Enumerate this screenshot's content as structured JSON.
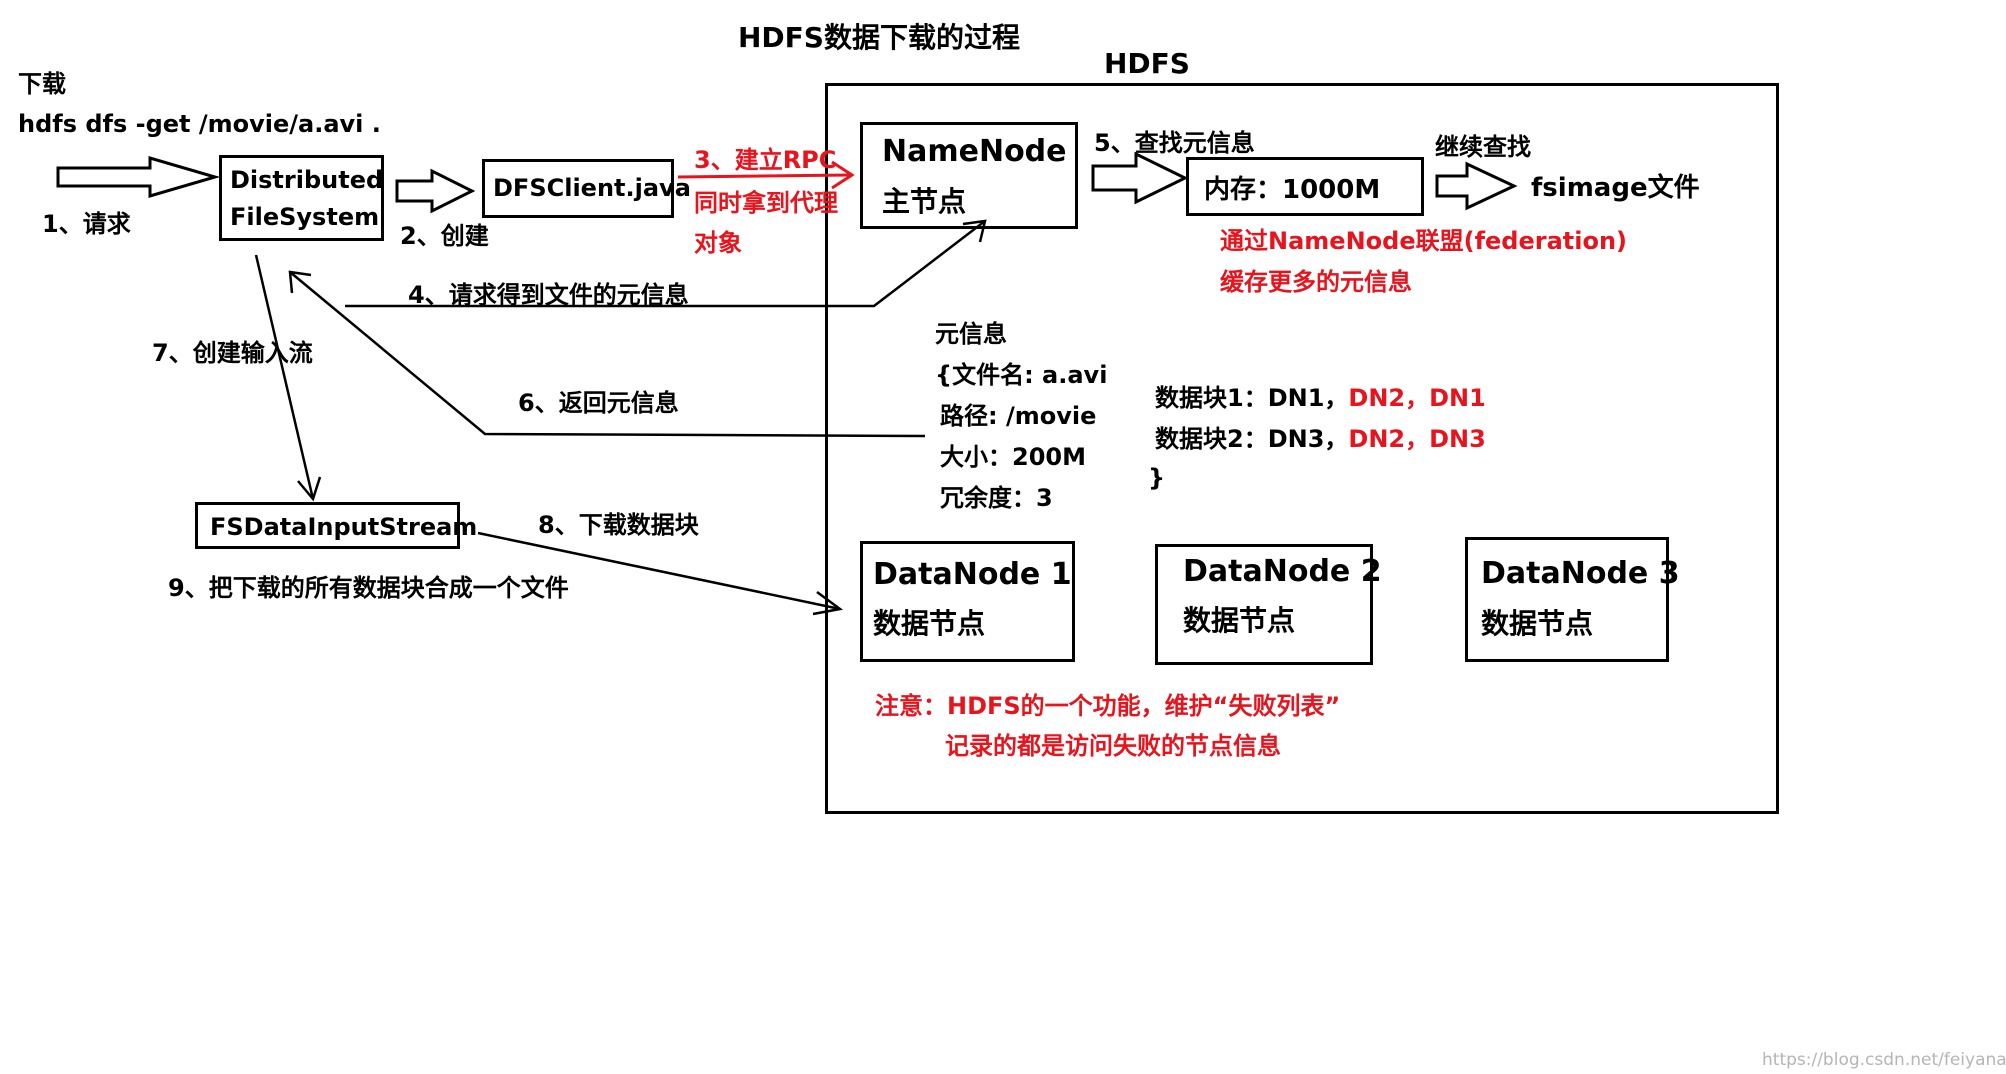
{
  "title": "HDFS数据下载的过程",
  "hdfs_label": "HDFS",
  "download": {
    "label": "下载",
    "command": "hdfs dfs -get /movie/a.avi ."
  },
  "nodes": {
    "dfs": {
      "line1": "Distributed",
      "line2": "FileSystem"
    },
    "client": {
      "label": "DFSClient.java"
    },
    "namenode": {
      "line1": "NameNode",
      "line2": "主节点"
    },
    "memory": {
      "label": "内存：1000M"
    },
    "fsimage": {
      "label": "fsimage文件"
    },
    "stream": {
      "label": "FSDataInputStream"
    },
    "datanodes": [
      {
        "name": "DataNode  1",
        "role": "数据节点"
      },
      {
        "name": "DataNode 2",
        "role": "数据节点"
      },
      {
        "name": "DataNode 3",
        "role": "数据节点"
      }
    ]
  },
  "steps": {
    "s1": "1、请求",
    "s2": "2、创建",
    "s3": [
      "3、建立RPC",
      "同时拿到代理",
      "对象"
    ],
    "s4": "4、请求得到文件的元信息",
    "s5": "5、查找元信息",
    "s6": "6、返回元信息",
    "s7": "7、创建输入流",
    "s8": "8、下载数据块",
    "s9": "9、把下载的所有数据块合成一个文件",
    "continue_search": "继续查找"
  },
  "federation_note": [
    "通过NameNode联盟(federation)",
    "缓存更多的元信息"
  ],
  "metadata": {
    "header": "元信息",
    "lines": [
      "{文件名: a.avi",
      "路径: /movie",
      "大小：200M",
      "冗余度：3"
    ],
    "block1": {
      "label": "数据块1：DN1，",
      "red": "DN2，DN1"
    },
    "block2": {
      "label": "数据块2：DN3，",
      "red": "DN2，DN3"
    },
    "close": "}"
  },
  "notice": [
    "注意：HDFS的一个功能，维护“失败列表”",
    "记录的都是访问失败的节点信息"
  ],
  "watermark": "https://blog.csdn.net/feiyanaffection",
  "colors": {
    "accent_red": "#e8141d",
    "line": "#000000",
    "background": "#ffffff"
  }
}
